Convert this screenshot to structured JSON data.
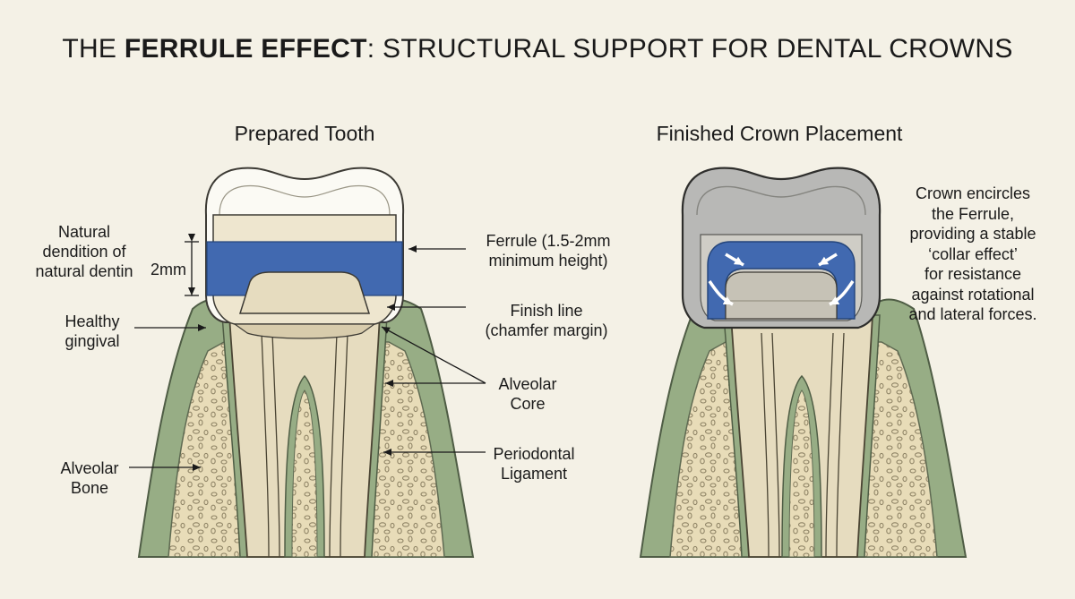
{
  "title": {
    "prefix": "THE ",
    "bold": "FERRULE EFFECT",
    "suffix": ": STRUCTURAL SUPPORT FOR DENTAL CROWNS"
  },
  "panels": {
    "left": {
      "subtitle": "Prepared Tooth"
    },
    "right": {
      "subtitle": "Finished Crown Placement"
    }
  },
  "labels": {
    "natural_dentin": "Natural\ndendition of\nnatural dentin",
    "two_mm": "2mm",
    "healthy_gingival": "Healthy\ngingival",
    "alveolar_bone": "Alveolar\nBone",
    "ferrule": "Ferrule (1.5-2mm\nminimum height)",
    "finish_line": "Finish line\n(chamfer margin)",
    "alveolar_core": "Alveolar\nCore",
    "periodontal_ligament": "Periodontal\nLigament"
  },
  "crown_note": "Crown encircles\nthe Ferrule,\nproviding a stable\n‘collar effect’\nfor resistance\nagainst rotational\nand lateral forces.",
  "colors": {
    "background": "#f4f1e6",
    "gingiva": "#97ad85",
    "bone": "#e8dcb8",
    "dentin": "#e6dcbf",
    "ferrule_band": "#4169b0",
    "crown_gray": "#b8b8b6",
    "enamel": "#fbfaf4"
  }
}
